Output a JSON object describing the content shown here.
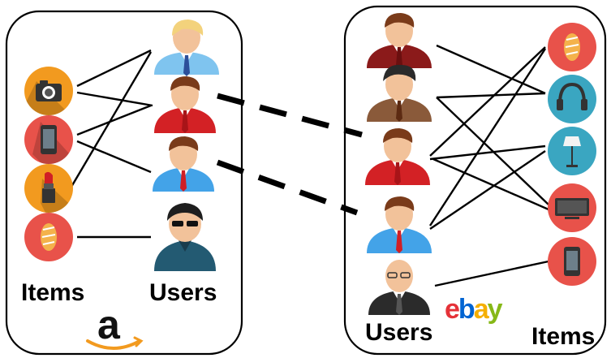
{
  "left_panel": {
    "items_label": "Items",
    "users_label": "Users",
    "logo_text": "a",
    "items": [
      {
        "icon": "camera-icon",
        "color": "#f29a1f"
      },
      {
        "icon": "smartphone-icon",
        "color": "#e8524a"
      },
      {
        "icon": "lipstick-icon",
        "color": "#f29a1f"
      },
      {
        "icon": "bread-icon",
        "color": "#e8524a"
      }
    ],
    "users": [
      {
        "icon": "user-blond-icon",
        "shirt": "#7fc4ef"
      },
      {
        "icon": "user-red-suit-icon",
        "shirt": "#d32125"
      },
      {
        "icon": "user-blue-shirt-icon",
        "shirt": "#43a3e8"
      },
      {
        "icon": "user-sunglasses-icon",
        "shirt": "#235a72"
      }
    ]
  },
  "right_panel": {
    "users_label": "Users",
    "items_label": "Items",
    "logo_letters": [
      "e",
      "b",
      "a",
      "y"
    ],
    "logo_colors": [
      "#e53238",
      "#0064d2",
      "#f5af02",
      "#86b817"
    ],
    "users": [
      {
        "icon": "user-maroon-suit-icon",
        "shirt": "#8b1a1a"
      },
      {
        "icon": "user-brown-suit-icon",
        "shirt": "#8a5a3a"
      },
      {
        "icon": "user-red-suit-icon",
        "shirt": "#d32125"
      },
      {
        "icon": "user-blue-shirt-icon",
        "shirt": "#43a3e8"
      },
      {
        "icon": "user-bald-glasses-icon",
        "shirt": "#2b2b2b"
      }
    ],
    "items": [
      {
        "icon": "bread-icon",
        "color": "#e8524a"
      },
      {
        "icon": "headphones-icon",
        "color": "#3aa6c1"
      },
      {
        "icon": "floor-lamp-icon",
        "color": "#3aa6c1"
      },
      {
        "icon": "tv-icon",
        "color": "#e8524a"
      },
      {
        "icon": "smartphone-icon",
        "color": "#e8524a"
      }
    ]
  },
  "colors": {
    "skin": "#f2c29a",
    "tie": "#d01f26",
    "link": "#000000"
  }
}
